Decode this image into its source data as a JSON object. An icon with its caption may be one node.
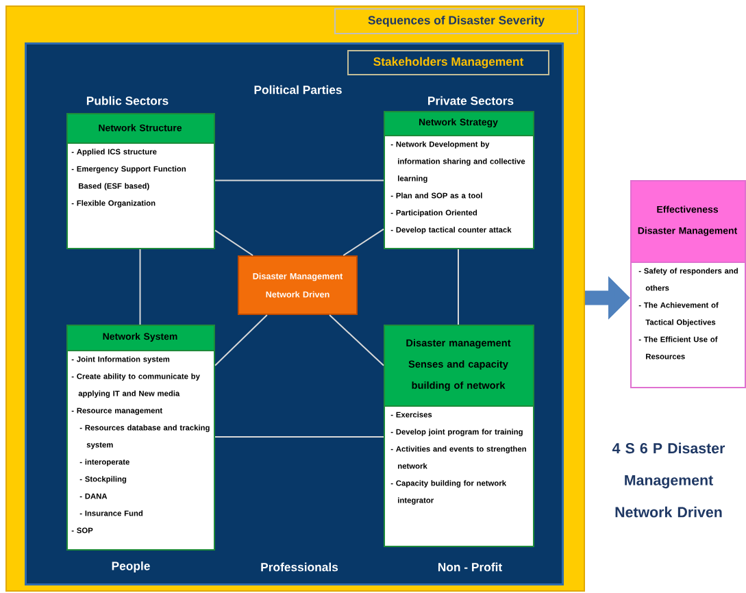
{
  "diagram": {
    "nodes": [
      {
        "text": [
          "Sequences of Disaster Severity"
        ]
      },
      {
        "text": [
          "Stakeholders Management"
        ],
        "in": 0
      },
      {
        "text": [
          "Network Structure",
          "- Applied ICS structure",
          "- Emergency Support Function Based (ESF based)",
          "- Flexible Organization"
        ],
        "in": 1
      },
      {
        "text": [
          "Network Strategy",
          "- Network Development by information sharing and collective learning",
          "- Plan and SOP as a tool",
          "- Participation Oriented",
          "- Develop tactical counter attack"
        ],
        "in": 1
      },
      {
        "text": [
          "Disaster Management Network Driven"
        ],
        "in": 1
      },
      {
        "text": [
          "Network System",
          "- Joint Information system",
          "- Create ability to communicate by applying IT and New media",
          "- Resource management",
          "- Resources database and tracking system",
          "- interoperate",
          "- Stockpiling",
          "- DANA",
          "- Insurance Fund",
          "- SOP"
        ],
        "in": 1
      },
      {
        "text": [
          "Disaster management Senses and capacity building of network",
          "- Exercises",
          "- Develop joint program for training",
          "- Activities and events to strengthen network",
          "- Capacity building for network integrator"
        ],
        "in": 1
      },
      {
        "text": [
          "Effectiveness Disaster Management",
          "- Safety of responders and others",
          "- The Achievement of Tactical Objectives",
          "- The Efficient Use of Resources"
        ]
      }
    ],
    "edges": [
      {
        "from": 2,
        "to": 3,
        "arrow": "none"
      },
      {
        "from": 2,
        "to": 5,
        "arrow": "none"
      },
      {
        "from": 3,
        "to": 6,
        "arrow": "none"
      },
      {
        "from": 5,
        "to": 6,
        "arrow": "none"
      },
      {
        "from": 4,
        "to": 2,
        "arrow": "none"
      },
      {
        "from": 4,
        "to": 3,
        "arrow": "none"
      },
      {
        "from": 4,
        "to": 5,
        "arrow": "none"
      },
      {
        "from": 4,
        "to": 6,
        "arrow": "none"
      },
      {
        "from": 0,
        "to": 7,
        "arrow": "to",
        "style": "thick",
        "color": "#4f81bd"
      }
    ],
    "labels": [
      "Public Sectors",
      "Political Parties",
      "Private Sectors",
      "People",
      "Professionals",
      "Non - Profit",
      "4 S 6 P Disaster Management Network Driven"
    ]
  }
}
